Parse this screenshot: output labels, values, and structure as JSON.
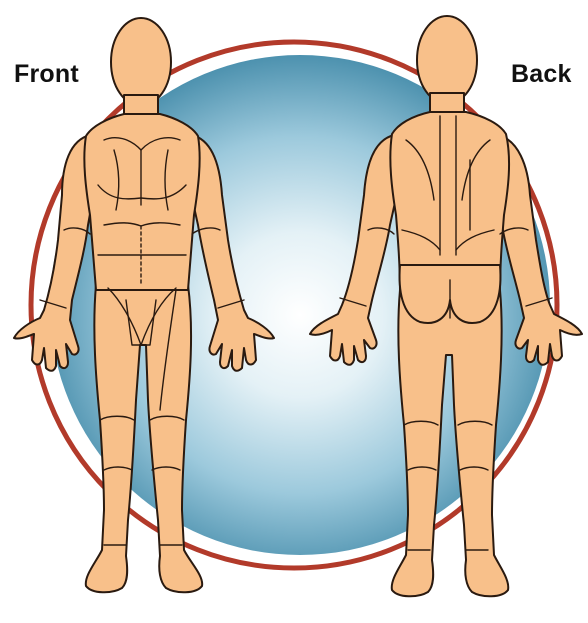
{
  "labels": {
    "front": "Front",
    "back": "Back"
  },
  "colors": {
    "skin": "#f8c08a",
    "outline": "#2a1a10",
    "circle_ring": "#b23a2a",
    "sphere_center": "#ffffff",
    "sphere_mid": "#cfe6ee",
    "sphere_edge": "#3e8aa8"
  },
  "figures": [
    "front-body-figure",
    "back-body-figure"
  ]
}
